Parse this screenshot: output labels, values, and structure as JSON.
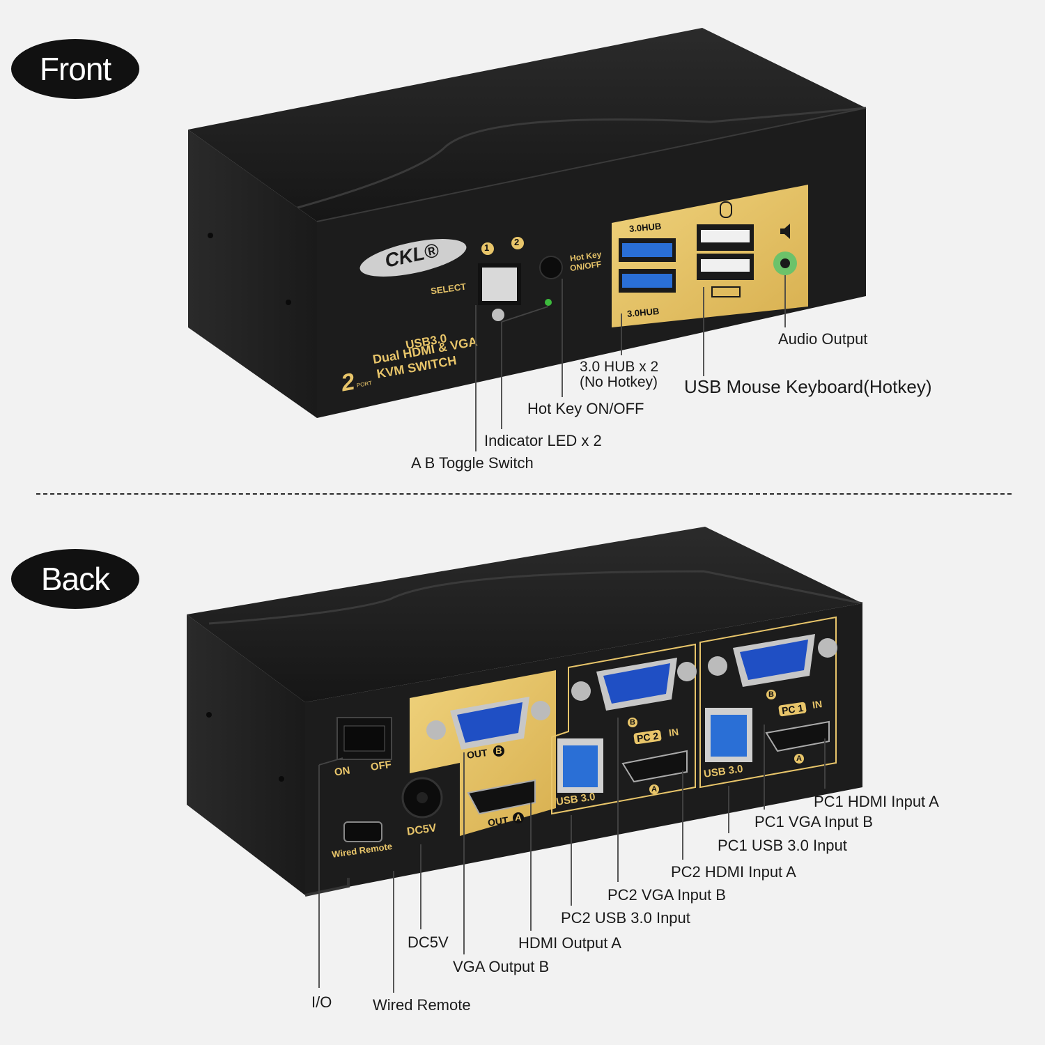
{
  "sections": {
    "front": "Front",
    "back": "Back"
  },
  "front_device": {
    "brand": "CKL®",
    "port_1": "1",
    "port_2": "2",
    "select_label": "SELECT",
    "hotkey_label_1": "Hot Key",
    "hotkey_label_2": "ON/OFF",
    "hub_label_top": "3.0HUB",
    "hub_label_bottom": "3.0HUB",
    "product_line_1": "USB3.0",
    "product_line_2": "Dual HDMI & VGA",
    "product_line_3": "KVM SWITCH",
    "port_count_numeral": "2",
    "port_count_word": "PORT"
  },
  "back_device": {
    "on": "ON",
    "off": "OFF",
    "wired_remote": "Wired Remote",
    "dc5v": "DC5V",
    "out_b": "OUT",
    "out_b_letter": "B",
    "out_a": "OUT",
    "out_a_letter": "A",
    "usb30_pc2": "USB 3.0",
    "usb30_pc1": "USB 3.0",
    "pc2_in": "PC 2",
    "pc1_in": "PC 1",
    "in": "IN",
    "letter_b": "B",
    "letter_a": "A"
  },
  "front_callouts": {
    "audio_output": "Audio Output",
    "hub": "3.0 HUB x 2",
    "hub_note": "(No Hotkey)",
    "usb_mouse_keyboard": "USB Mouse Keyboard(Hotkey)",
    "hotkey": "Hot Key ON/OFF",
    "indicator_led": "Indicator LED x 2",
    "toggle_switch": "A B Toggle Switch"
  },
  "back_callouts": {
    "pc1_hdmi": "PC1 HDMI Input A",
    "pc1_vga": "PC1 VGA Input B",
    "pc1_usb": "PC1 USB 3.0 Input",
    "pc2_hdmi": "PC2 HDMI Input  A",
    "pc2_vga": "PC2 VGA Input B",
    "pc2_usb": "PC2 USB 3.0 Input",
    "hdmi_output": "HDMI Output A",
    "dc5v": "DC5V",
    "vga_output": "VGA Output B",
    "io": "I/O",
    "wired_remote": "Wired Remote"
  },
  "colors": {
    "background": "#f2f2f2",
    "device_body": "#1e1e1e",
    "gold_panel": "#e8c56a",
    "usb_blue": "#2a6fd6",
    "vga_blue": "#1f4fc4",
    "audio_green": "#6cc26a"
  }
}
